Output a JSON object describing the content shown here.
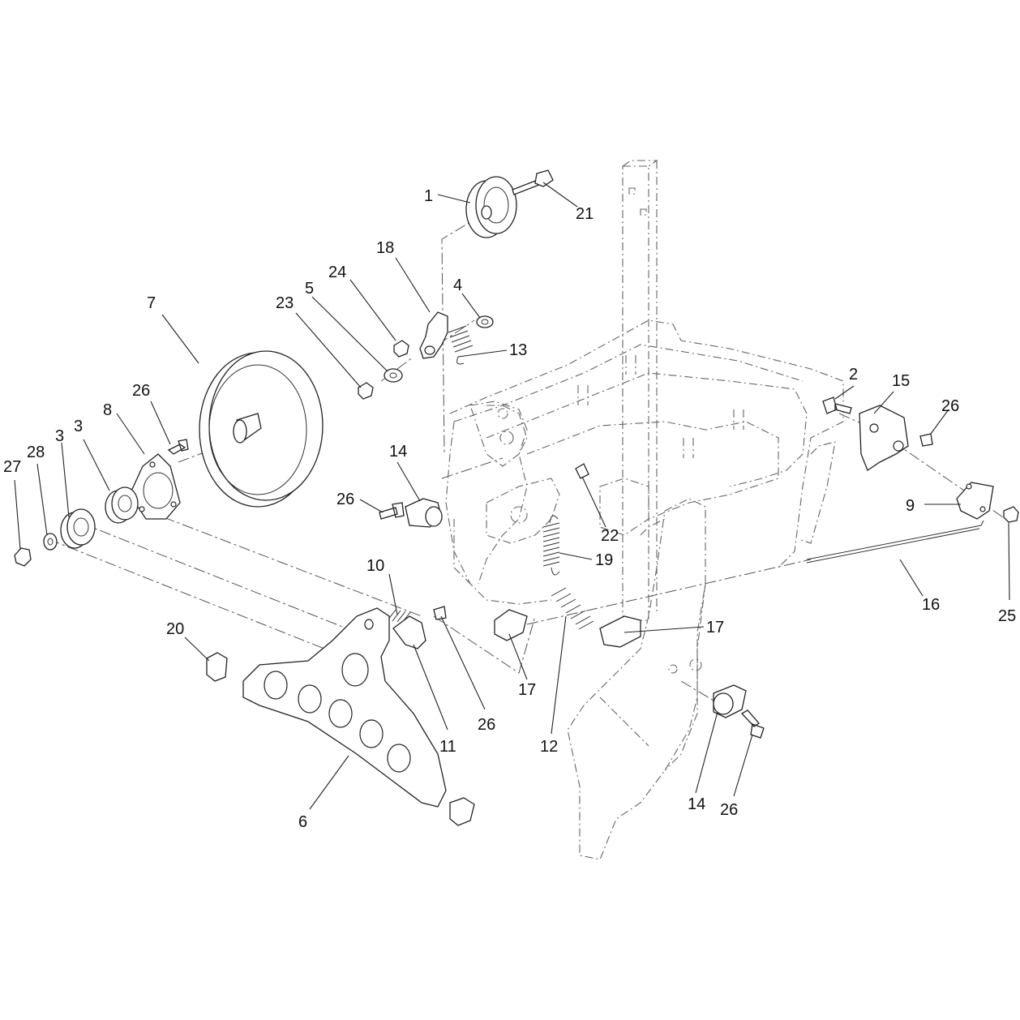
{
  "diagram": {
    "kind": "exploded-parts-view",
    "callouts": [
      {
        "id": "c1",
        "label": "1"
      },
      {
        "id": "c21",
        "label": "21"
      },
      {
        "id": "c18",
        "label": "18"
      },
      {
        "id": "c24",
        "label": "24"
      },
      {
        "id": "c5",
        "label": "5"
      },
      {
        "id": "c4",
        "label": "4"
      },
      {
        "id": "c23",
        "label": "23"
      },
      {
        "id": "c13",
        "label": "13"
      },
      {
        "id": "c7",
        "label": "7"
      },
      {
        "id": "c26a",
        "label": "26"
      },
      {
        "id": "c8",
        "label": "8"
      },
      {
        "id": "c3a",
        "label": "3"
      },
      {
        "id": "c3b",
        "label": "3"
      },
      {
        "id": "c28",
        "label": "28"
      },
      {
        "id": "c27",
        "label": "27"
      },
      {
        "id": "c14a",
        "label": "14"
      },
      {
        "id": "c26b",
        "label": "26"
      },
      {
        "id": "c22",
        "label": "22"
      },
      {
        "id": "c19",
        "label": "19"
      },
      {
        "id": "c10",
        "label": "10"
      },
      {
        "id": "c20",
        "label": "20"
      },
      {
        "id": "c11",
        "label": "11"
      },
      {
        "id": "c26c",
        "label": "26"
      },
      {
        "id": "c17a",
        "label": "17"
      },
      {
        "id": "c17b",
        "label": "17"
      },
      {
        "id": "c12",
        "label": "12"
      },
      {
        "id": "c6",
        "label": "6"
      },
      {
        "id": "c2",
        "label": "2"
      },
      {
        "id": "c15",
        "label": "15"
      },
      {
        "id": "c26d",
        "label": "26"
      },
      {
        "id": "c9",
        "label": "9"
      },
      {
        "id": "c25",
        "label": "25"
      },
      {
        "id": "c16",
        "label": "16"
      },
      {
        "id": "c14b",
        "label": "14"
      },
      {
        "id": "c26e",
        "label": "26"
      }
    ]
  }
}
